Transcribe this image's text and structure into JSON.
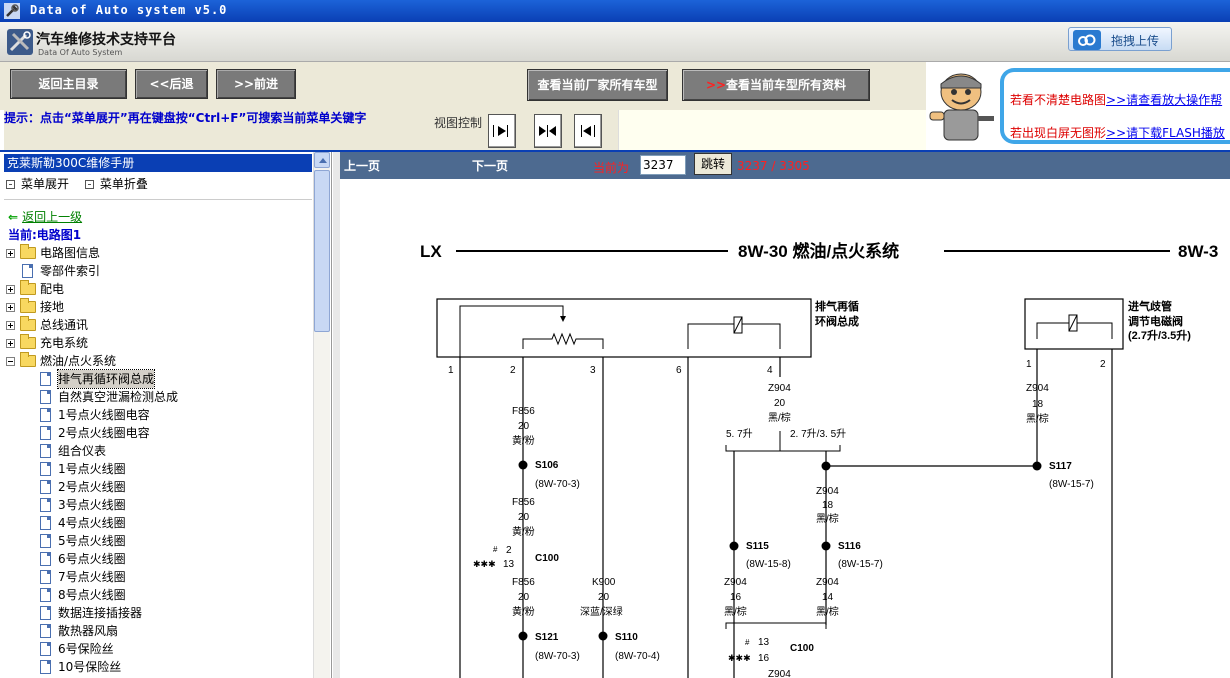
{
  "window": {
    "title": "Data of Auto system v5.0"
  },
  "header": {
    "title": "汽车维修技术支持平台",
    "subtitle": "Data Of Auto System",
    "upload_label": "拖拽上传"
  },
  "toolbar": {
    "back_main": "返回主目录",
    "back": "<<后退",
    "forward": ">>前进",
    "all_models": "查看当前厂家所有车型",
    "all_data_arrows": ">>",
    "all_data": "查看当前车型所有资料"
  },
  "tip": "提示：点击“菜单展开”再在键盘按“Ctrl+F”可搜索当前菜单关键字",
  "view_control": {
    "label": "视图控制"
  },
  "ad": {
    "line1_text": "若看不清楚电路图",
    "line1_link": ">>请查看放大操作帮",
    "line2_text": "若出现白屏无图形",
    "line2_link": ">>请下载FLASH播放"
  },
  "sidebar": {
    "manual_title": "克莱斯勒300C维修手册",
    "expand": "菜单展开",
    "collapse": "菜单折叠",
    "back_up": "返回上一级",
    "current": "当前:电路图1",
    "tree": [
      {
        "label": "电路图信息",
        "type": "folder",
        "state": "collapsed",
        "level": 0
      },
      {
        "label": "零部件索引",
        "type": "doc",
        "level": 0
      },
      {
        "label": "配电",
        "type": "folder",
        "state": "collapsed",
        "level": 0
      },
      {
        "label": "接地",
        "type": "folder",
        "state": "collapsed",
        "level": 0
      },
      {
        "label": "总线通讯",
        "type": "folder",
        "state": "collapsed",
        "level": 0
      },
      {
        "label": "充电系统",
        "type": "folder",
        "state": "collapsed",
        "level": 0
      },
      {
        "label": "燃油/点火系统",
        "type": "folder",
        "state": "expanded",
        "level": 0
      },
      {
        "label": "排气再循环阀总成",
        "type": "doc",
        "level": 1,
        "selected": true
      },
      {
        "label": "自然真空泄漏检测总成",
        "type": "doc",
        "level": 1
      },
      {
        "label": "1号点火线圈电容",
        "type": "doc",
        "level": 1
      },
      {
        "label": "2号点火线圈电容",
        "type": "doc",
        "level": 1
      },
      {
        "label": "组合仪表",
        "type": "doc",
        "level": 1
      },
      {
        "label": "1号点火线圈",
        "type": "doc",
        "level": 1
      },
      {
        "label": "2号点火线圈",
        "type": "doc",
        "level": 1
      },
      {
        "label": "3号点火线圈",
        "type": "doc",
        "level": 1
      },
      {
        "label": "4号点火线圈",
        "type": "doc",
        "level": 1
      },
      {
        "label": "5号点火线圈",
        "type": "doc",
        "level": 1
      },
      {
        "label": "6号点火线圈",
        "type": "doc",
        "level": 1
      },
      {
        "label": "7号点火线圈",
        "type": "doc",
        "level": 1
      },
      {
        "label": "8号点火线圈",
        "type": "doc",
        "level": 1
      },
      {
        "label": "数据连接插接器",
        "type": "doc",
        "level": 1
      },
      {
        "label": "散热器风扇",
        "type": "doc",
        "level": 1
      },
      {
        "label": "6号保险丝",
        "type": "doc",
        "level": 1
      },
      {
        "label": "10号保险丝",
        "type": "doc",
        "level": 1
      }
    ]
  },
  "pager": {
    "prev": "上一页",
    "next": "下一页",
    "current_label": "当前为",
    "page_value": "3237",
    "jump": "跳转",
    "total": "3237 / 3305"
  },
  "diagram": {
    "header_left": "LX",
    "header_title": "8W-30 燃油/点火系统",
    "header_right": "8W-3",
    "egr_label_1": "排气再循",
    "egr_label_2": "环阀总成",
    "iac_label_1": "进气歧管",
    "iac_label_2": "调节电磁阀",
    "iac_label_3": "(2.7升/3.5升)",
    "pins": [
      "1",
      "2",
      "3",
      "6",
      "4",
      "1",
      "2"
    ],
    "wires": {
      "f856": "F856",
      "g20": "20",
      "yel_pink": "黄/粉",
      "z904": "Z904",
      "blk_brn": "黑/棕",
      "k900": "K900",
      "dkblu": "深蓝/深绿",
      "g18": "18",
      "g16": "16",
      "g14": "14"
    },
    "splices": {
      "s106": "S106",
      "s106r": "(8W-70-3)",
      "s117": "S117",
      "s117r": "(8W-15-7)",
      "s115": "S115",
      "s115r": "(8W-15-8)",
      "s116": "S116",
      "s116r": "(8W-15-7)",
      "s121": "S121",
      "s121r": "(8W-70-3)",
      "s110": "S110",
      "s110r": "(8W-70-4)"
    },
    "connector": {
      "c100": "C100",
      "hash": "#",
      "stars": "✱✱✱",
      "p2": "2",
      "p13": "13",
      "p16": "16"
    },
    "engine_57": "5. 7升",
    "engine_2735": "2. 7升/3. 5升"
  }
}
